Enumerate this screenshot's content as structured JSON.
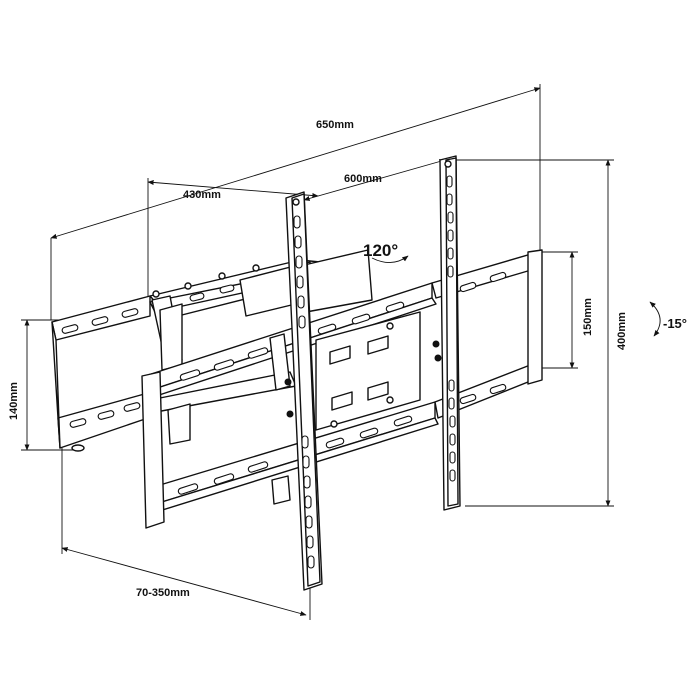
{
  "dimensions": {
    "overall_width": "650mm",
    "arm_length": "430mm",
    "vesa_horizontal": "600mm",
    "vesa_vertical": "400mm",
    "tv_bracket_height": "150mm",
    "wall_plate_height": "140mm",
    "wall_distance": "70-350mm"
  },
  "rotation": {
    "swivel": "120°",
    "tilt": "-15°"
  }
}
